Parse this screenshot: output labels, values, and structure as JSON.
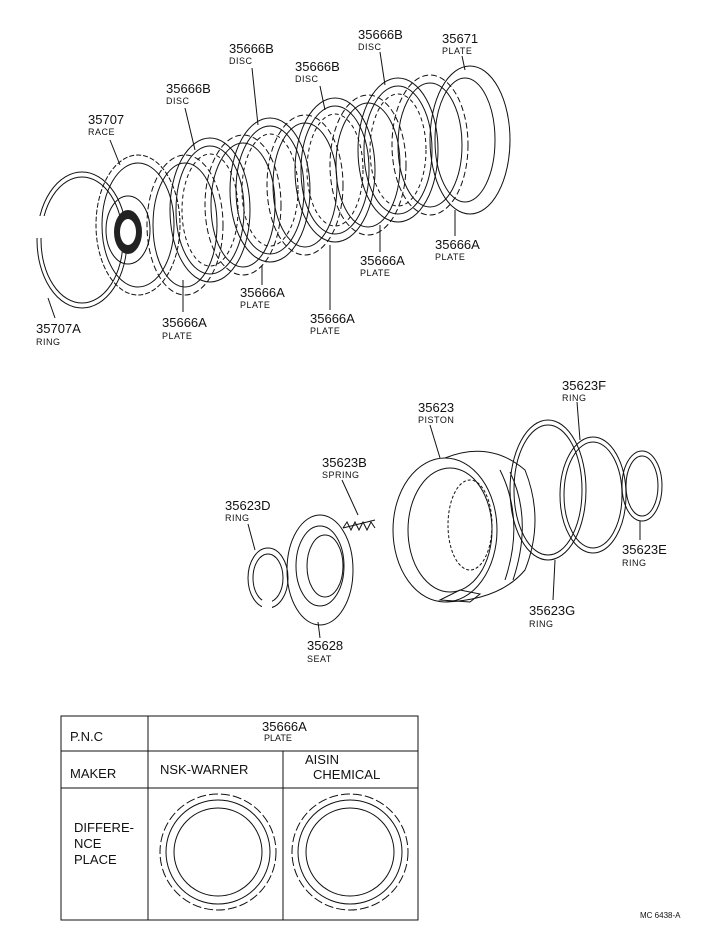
{
  "callouts": {
    "ring_35707a": {
      "pn": "35707A",
      "name": "RING"
    },
    "race_35707": {
      "pn": "35707",
      "name": "RACE"
    },
    "disc_1": {
      "pn": "35666B",
      "name": "DISC"
    },
    "disc_2": {
      "pn": "35666B",
      "name": "DISC"
    },
    "disc_3": {
      "pn": "35666B",
      "name": "DISC"
    },
    "disc_4": {
      "pn": "35666B",
      "name": "DISC"
    },
    "plate_35671": {
      "pn": "35671",
      "name": "PLATE"
    },
    "plate_1": {
      "pn": "35666A",
      "name": "PLATE"
    },
    "plate_2": {
      "pn": "35666A",
      "name": "PLATE"
    },
    "plate_3": {
      "pn": "35666A",
      "name": "PLATE"
    },
    "plate_4": {
      "pn": "35666A",
      "name": "PLATE"
    },
    "plate_5": {
      "pn": "35666A",
      "name": "PLATE"
    },
    "piston": {
      "pn": "35623",
      "name": "PISTON"
    },
    "ring_f": {
      "pn": "35623F",
      "name": "RING"
    },
    "spring": {
      "pn": "35623B",
      "name": "SPRING"
    },
    "ring_d": {
      "pn": "35623D",
      "name": "RING"
    },
    "ring_e": {
      "pn": "35623E",
      "name": "RING"
    },
    "ring_g": {
      "pn": "35623G",
      "name": "RING"
    },
    "seat": {
      "pn": "35628",
      "name": "SEAT"
    }
  },
  "table": {
    "pnc_label": "P.N.C",
    "pnc_value": "35666A",
    "pnc_name": "PLATE",
    "maker_label": "MAKER",
    "maker_1": "NSK-WARNER",
    "maker_2_line1": "AISIN",
    "maker_2_line2": "CHEMICAL",
    "diff_line1": "DIFFERE-",
    "diff_line2": "NCE",
    "diff_line3": "PLACE"
  },
  "footer_code": "MC  6438-A"
}
